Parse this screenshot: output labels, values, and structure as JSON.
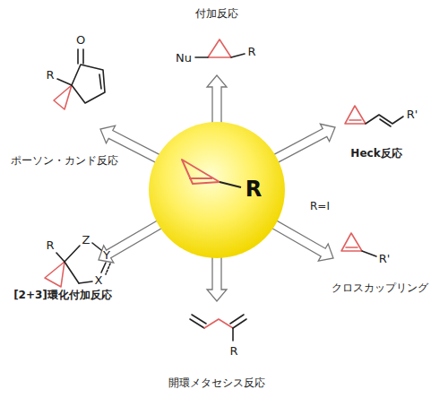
{
  "diagram": {
    "nodes": [
      {
        "text": [
          "R"
        ]
      }
    ],
    "labels": [
      "付加反応",
      "Nu",
      "R",
      "Heck反応",
      "R'",
      "R=I",
      "クロスカップリング",
      "R'",
      "開環メタセシス反応",
      "R",
      "[2+3]環化付加反応",
      "R",
      "Z",
      "Y",
      "X",
      "ポーソン・カンド反応",
      "R",
      "O"
    ]
  }
}
